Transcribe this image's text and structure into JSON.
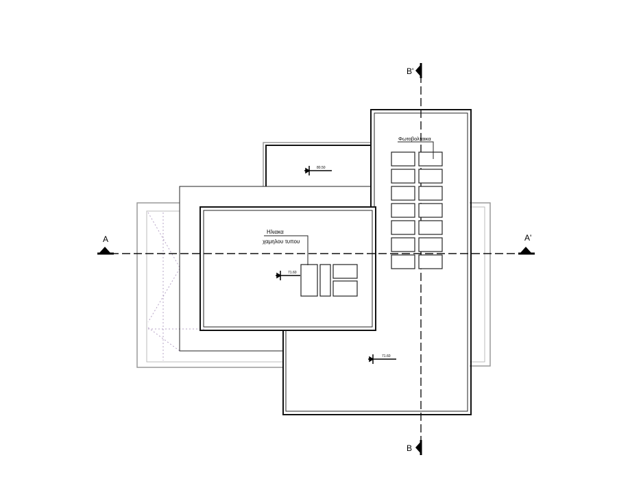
{
  "section_markers": {
    "a_left": "A",
    "a_right": "A'",
    "b_top": "B'",
    "b_bottom": "B"
  },
  "labels": {
    "photovoltaic": "Φωτοβολταικα",
    "solar_heater_line1": "Ηλιακα",
    "solar_heater_line2": "χαμηλου τυπου"
  },
  "elevations": {
    "upper_roof": "80.50",
    "center_roof": "71.60",
    "lower_roof": "71.60"
  },
  "photovoltaic_panels": {
    "rows": 7,
    "columns": 2
  },
  "solar_collectors": {
    "count": 4
  }
}
